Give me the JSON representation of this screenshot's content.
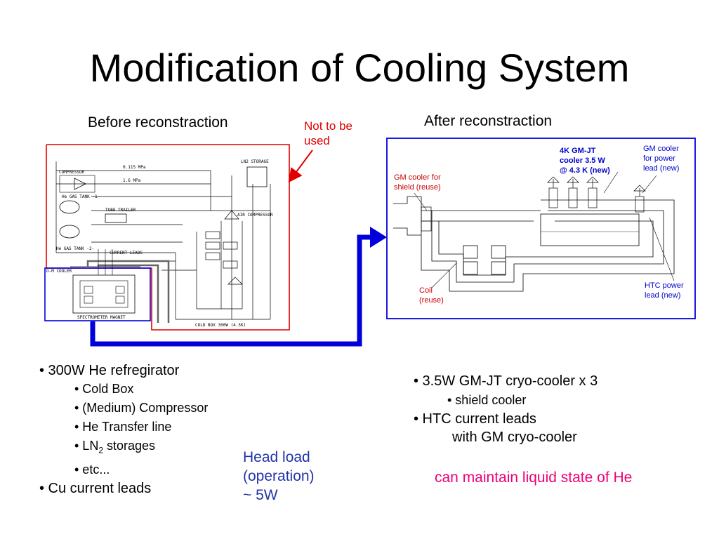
{
  "slide": {
    "title": "Modification of Cooling System",
    "before_label": "Before reconstraction",
    "after_label": "After reconstraction",
    "not_used_note": [
      "Not to be",
      "used"
    ]
  },
  "before_schematic": {
    "labels": [
      "LN2 STORAGE",
      "COMPRESSOR",
      "He GAS TANK -1-",
      "TUBE TRAILER",
      "AIR COMPRESSOR",
      "CURRENT LEADS",
      "He GAS TANK -2-",
      "G-M COOLER",
      "SPECTROMETER MAGNET",
      "COLD BOX  300W (4.5K)",
      "0.115 MPa",
      "1.6 MPa"
    ]
  },
  "after_annotations": {
    "gm_jt": [
      "4K GM-JT",
      "cooler 3.5 W",
      "@ 4.3 K (new)"
    ],
    "gm_power": [
      "GM cooler",
      "for power",
      "lead (new)"
    ],
    "gm_shield": [
      "GM cooler for",
      "shield (reuse)"
    ],
    "coil": [
      "Coil",
      "(reuse)"
    ],
    "htc": [
      "HTC power",
      "lead (new)"
    ]
  },
  "left_bullets": {
    "main1": "• 300W He refregirator",
    "sub": [
      "• Cold Box",
      "• (Medium) Compressor",
      "• He Transfer line",
      "• etc..."
    ],
    "ln2_prefix": "• LN",
    "ln2_sub": "2",
    "ln2_suffix": " storages",
    "main2": "• Cu current leads"
  },
  "head_load": [
    "Head load",
    "(operation)",
    "~ 5W"
  ],
  "right_bullets": {
    "main1": "• 3.5W GM-JT cryo-cooler x 3",
    "sub1": "• shield cooler",
    "main2": "• HTC current leads",
    "main2_cont": "with GM cryo-cooler"
  },
  "conclusion": "can maintain liquid state of He",
  "colors": {
    "red": "#e00000",
    "blue": "#0000dd",
    "pink": "#ee0077",
    "navy": "#2233aa"
  }
}
